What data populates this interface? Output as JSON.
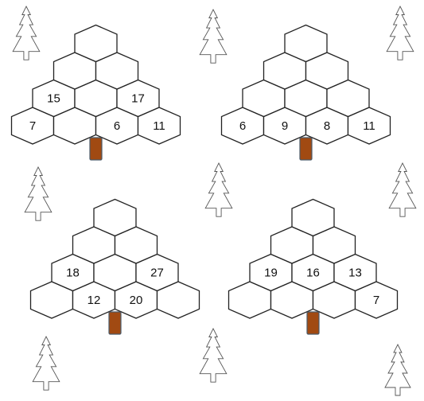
{
  "colors": {
    "outline": "#222222",
    "trunk": "#a14a12",
    "background": "#ffffff"
  },
  "icons": [
    "pine-tree-icon"
  ],
  "puzzles": [
    {
      "rows": [
        [
          "",
          "",
          "",
          ""
        ],
        [
          "15",
          "",
          "17"
        ],
        [
          "",
          ""
        ],
        [
          ""
        ]
      ],
      "bottom": [
        "7",
        "",
        "6",
        "11"
      ]
    },
    {
      "bottom": [
        "6",
        "9",
        "8",
        "11"
      ],
      "rows": [
        [
          "",
          "",
          ""
        ],
        [
          "",
          ""
        ],
        [
          ""
        ]
      ]
    },
    {
      "rows": [
        [
          "18",
          "",
          "27"
        ],
        [
          "",
          ""
        ],
        [
          ""
        ]
      ],
      "bottom": [
        "",
        "12",
        "20",
        ""
      ]
    },
    {
      "rows": [
        [
          "19",
          "16",
          "13"
        ],
        [
          "",
          ""
        ],
        [
          ""
        ]
      ],
      "bottom": [
        "",
        "",
        "",
        "7"
      ]
    }
  ]
}
